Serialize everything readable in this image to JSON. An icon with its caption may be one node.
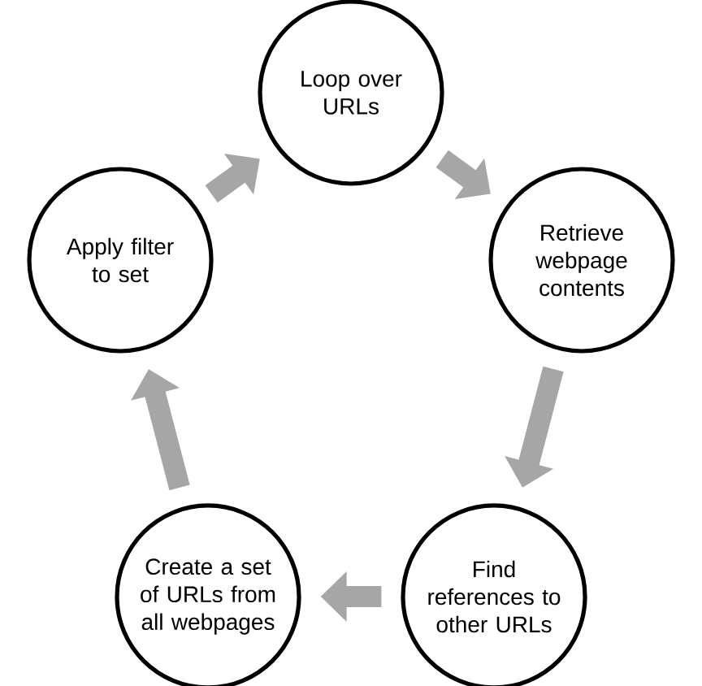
{
  "diagram": {
    "nodes": [
      {
        "text": [
          "Loop over URLs"
        ]
      },
      {
        "text": [
          "Retrieve webpage contents"
        ]
      },
      {
        "text": [
          "Find references to other URLs"
        ]
      },
      {
        "text": [
          "Create a set of URLs from all webpages"
        ]
      },
      {
        "text": [
          "Apply filter to set"
        ]
      }
    ],
    "edges": [
      {
        "from": 0,
        "to": 1,
        "arrow": "to"
      },
      {
        "from": 1,
        "to": 2,
        "arrow": "to"
      },
      {
        "from": 2,
        "to": 3,
        "arrow": "to"
      },
      {
        "from": 3,
        "to": 4,
        "arrow": "to"
      },
      {
        "from": 4,
        "to": 0,
        "arrow": "to"
      }
    ]
  }
}
